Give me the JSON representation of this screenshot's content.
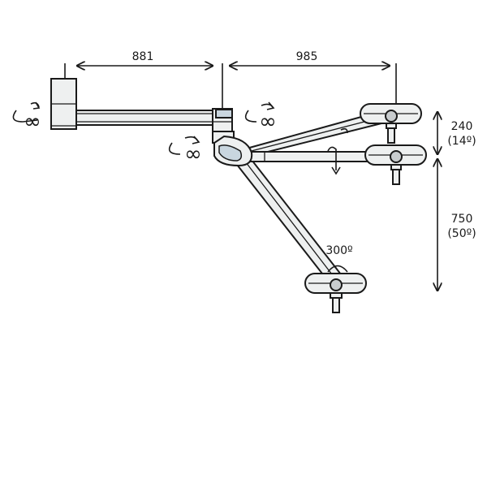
{
  "dimensions": {
    "arm_length": "881",
    "reach_length": "985",
    "upper_height": "240",
    "upper_angle": "(14º)",
    "lower_height": "750",
    "lower_angle": "(50º)",
    "head_rotation": "300º"
  },
  "rotation_symbol": "∞",
  "colors": {
    "stroke": "#1a1a1a",
    "panel": "#eef0f0",
    "highlight": "#c9d6df"
  }
}
